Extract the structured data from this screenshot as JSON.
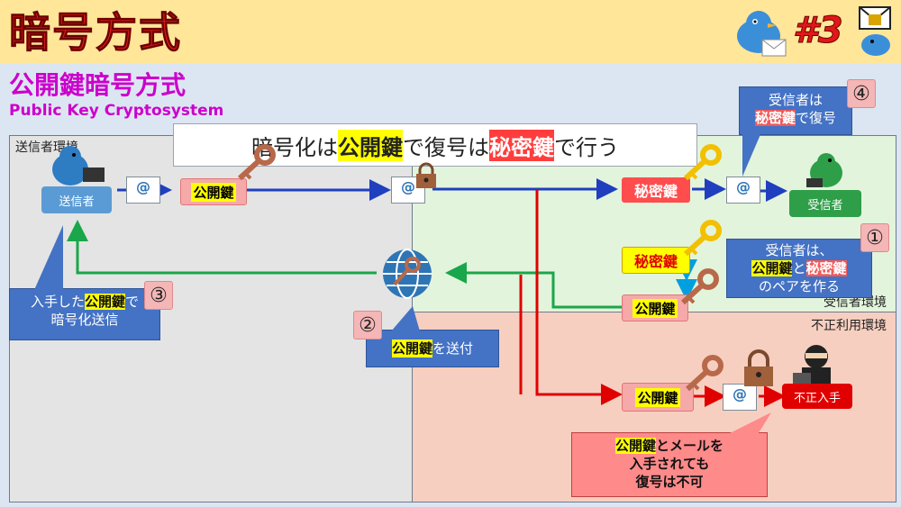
{
  "header": {
    "title": "暗号方式",
    "episode": "#3"
  },
  "section": {
    "title": "公開鍵暗号方式",
    "subtitle": "Public Key Cryptosystem"
  },
  "banner": {
    "p1": "暗号化は",
    "p2": "公開鍵",
    "p3": "で復号は",
    "p4": "秘密鍵",
    "p5": "で行う"
  },
  "zones": {
    "sender": "送信者環境",
    "receiver": "受信者環境",
    "fraud": "不正利用環境"
  },
  "actors": {
    "sender": "送信者",
    "receiver": "受信者",
    "fraud": "不正入手"
  },
  "labels": {
    "public_key": "公開鍵",
    "private_key": "秘密鍵"
  },
  "callouts": {
    "c1": {
      "num": "①",
      "l1": "受信者は、",
      "l2a": "公開鍵",
      "l2b": "と",
      "l2c": "秘密鍵",
      "l3": "のペアを作る"
    },
    "c2": {
      "num": "②",
      "a": "公開鍵",
      "b": "を送付"
    },
    "c3": {
      "num": "③",
      "l1a": "入手した",
      "l1b": "公開鍵",
      "l1c": "で",
      "l2": "暗号化送信"
    },
    "c4": {
      "num": "④",
      "l1": "受信者は",
      "l2a": "秘密鍵",
      "l2b": "で復号"
    },
    "fraud": {
      "l1a": "公開鍵",
      "l1b": "とメールを",
      "l2": "入手されても",
      "l3": "復号は不可"
    }
  },
  "mail_symbol": "@",
  "icons": [
    "bird-icon",
    "mail-icon",
    "key-icon",
    "lock-icon",
    "globe-icon",
    "laptop-icon"
  ],
  "colors": {
    "flow_blue": "#1f3fbf",
    "flow_green": "#1aa64a",
    "flow_red": "#e00000",
    "title_red": "#e01818",
    "magenta": "#cc00cc"
  }
}
